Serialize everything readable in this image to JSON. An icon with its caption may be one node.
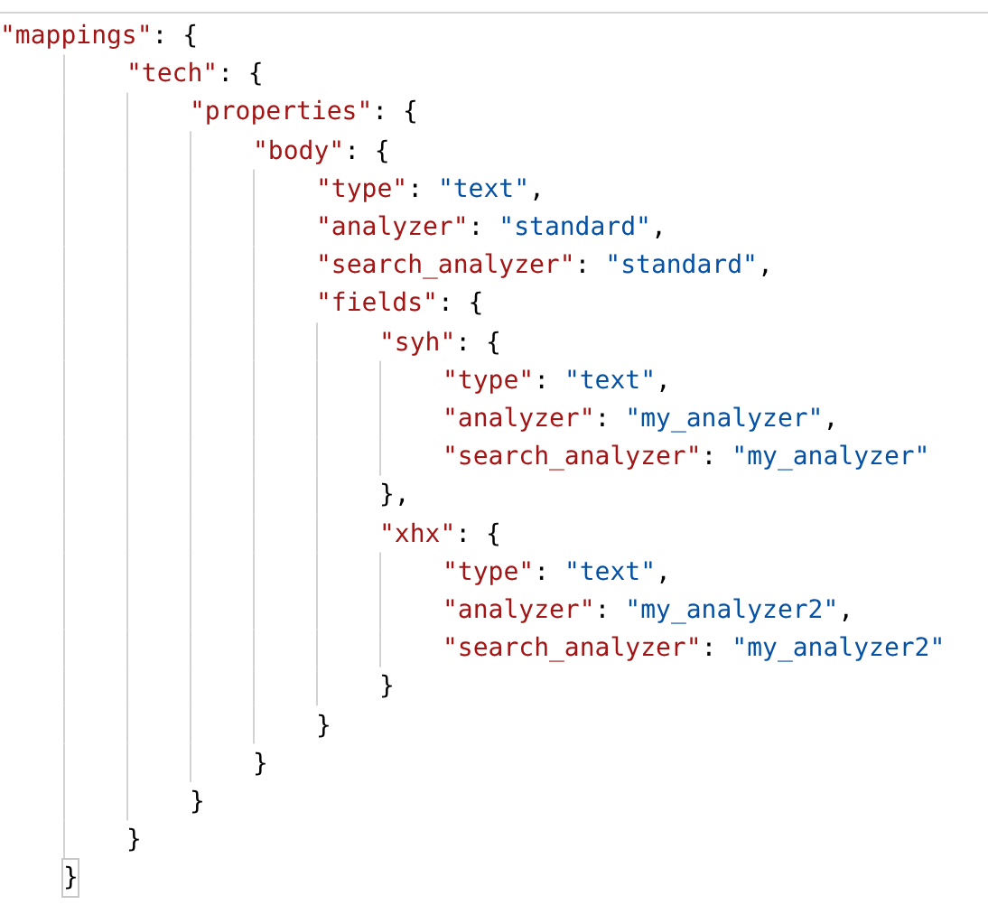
{
  "diagram": {
    "labels": [
      "\"mappings\": {",
      "\"tech\": {",
      "\"properties\": {",
      "\"body\": {",
      "\"type\": \"text\",",
      "\"analyzer\": \"standard\",",
      "\"search_analyzer\": \"standard\",",
      "\"fields\": {",
      "\"syh\": {",
      "\"type\": \"text\",",
      "\"analyzer\": \"my_analyzer\",",
      "\"search_analyzer\": \"my_analyzer\"",
      "},",
      "\"xhx\": {",
      "\"type\": \"text\",",
      "\"analyzer\": \"my_analyzer2\",",
      "\"search_analyzer\": \"my_analyzer2\"",
      "}",
      "}",
      "}",
      "}",
      "}",
      "}"
    ]
  }
}
